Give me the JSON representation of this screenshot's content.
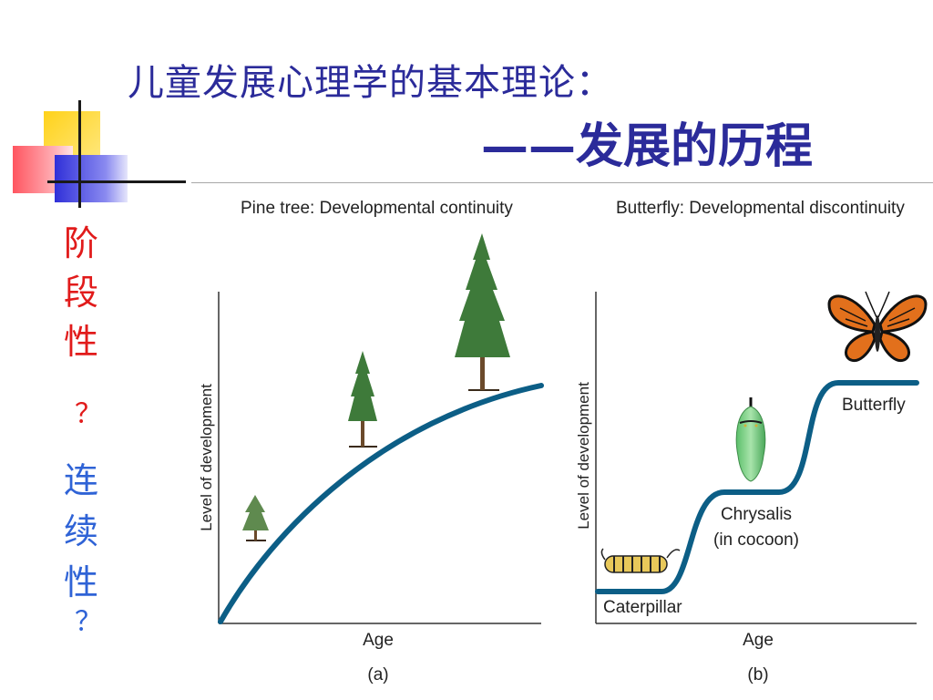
{
  "title": {
    "line1": "儿童发展心理学的基本理论：",
    "line2": "——发展的历程"
  },
  "side_labels": {
    "stage_chars": [
      "阶",
      "段",
      "性"
    ],
    "question1": "？",
    "continuity_chars": [
      "连",
      "续",
      "性"
    ],
    "question2": "？"
  },
  "panel_a": {
    "heading": "Pine tree: Developmental continuity",
    "y_label": "Level of development",
    "x_label": "Age",
    "caption": "(a)"
  },
  "panel_b": {
    "heading": "Butterfly: Developmental discontinuity",
    "y_label": "Level of development",
    "x_label": "Age",
    "caption": "(b)",
    "stages": {
      "caterpillar": "Caterpillar",
      "chrysalis_line1": "Chrysalis",
      "chrysalis_line2": "(in cocoon)",
      "butterfly": "Butterfly"
    }
  },
  "colors": {
    "curve": "#0c5e86",
    "title": "#2b2b9a",
    "stage_text": "#e11b1b",
    "continuity_text": "#2f63d6"
  }
}
